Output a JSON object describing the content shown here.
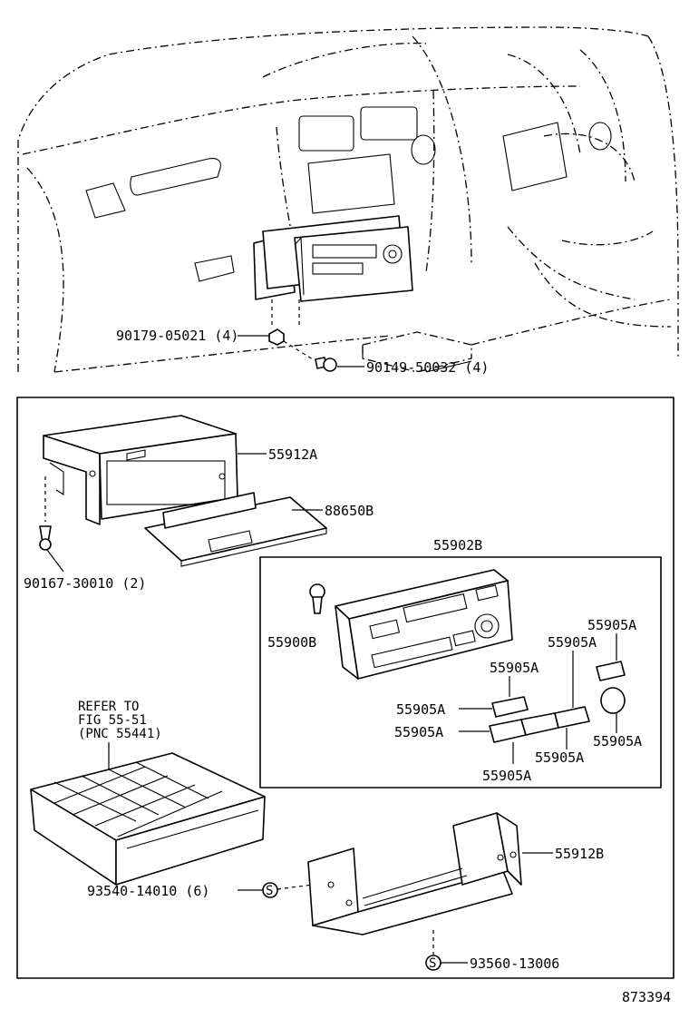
{
  "diagram_id": "873394",
  "parts": {
    "p1": "90179-05021 (4)",
    "p2": "90149-50032 (4)",
    "p3": "55912A",
    "p4": "88650B",
    "p5": "90167-30010 (2)",
    "p6": "55902B",
    "p7": "55900B",
    "p8": "55905A",
    "p9": "55905A",
    "p10": "55905A",
    "p11": "55905A",
    "p12": "55905A",
    "p13": "55905A",
    "p14": "55905A",
    "p15": "55905A",
    "p16": "55912B",
    "p17": "93540-14010 (6)",
    "p18": "93560-13006"
  },
  "refer": {
    "line1": "REFER TO",
    "line2": "FIG 55-51",
    "line3": "(PNC 55441)"
  },
  "fastener_symbol": "S"
}
